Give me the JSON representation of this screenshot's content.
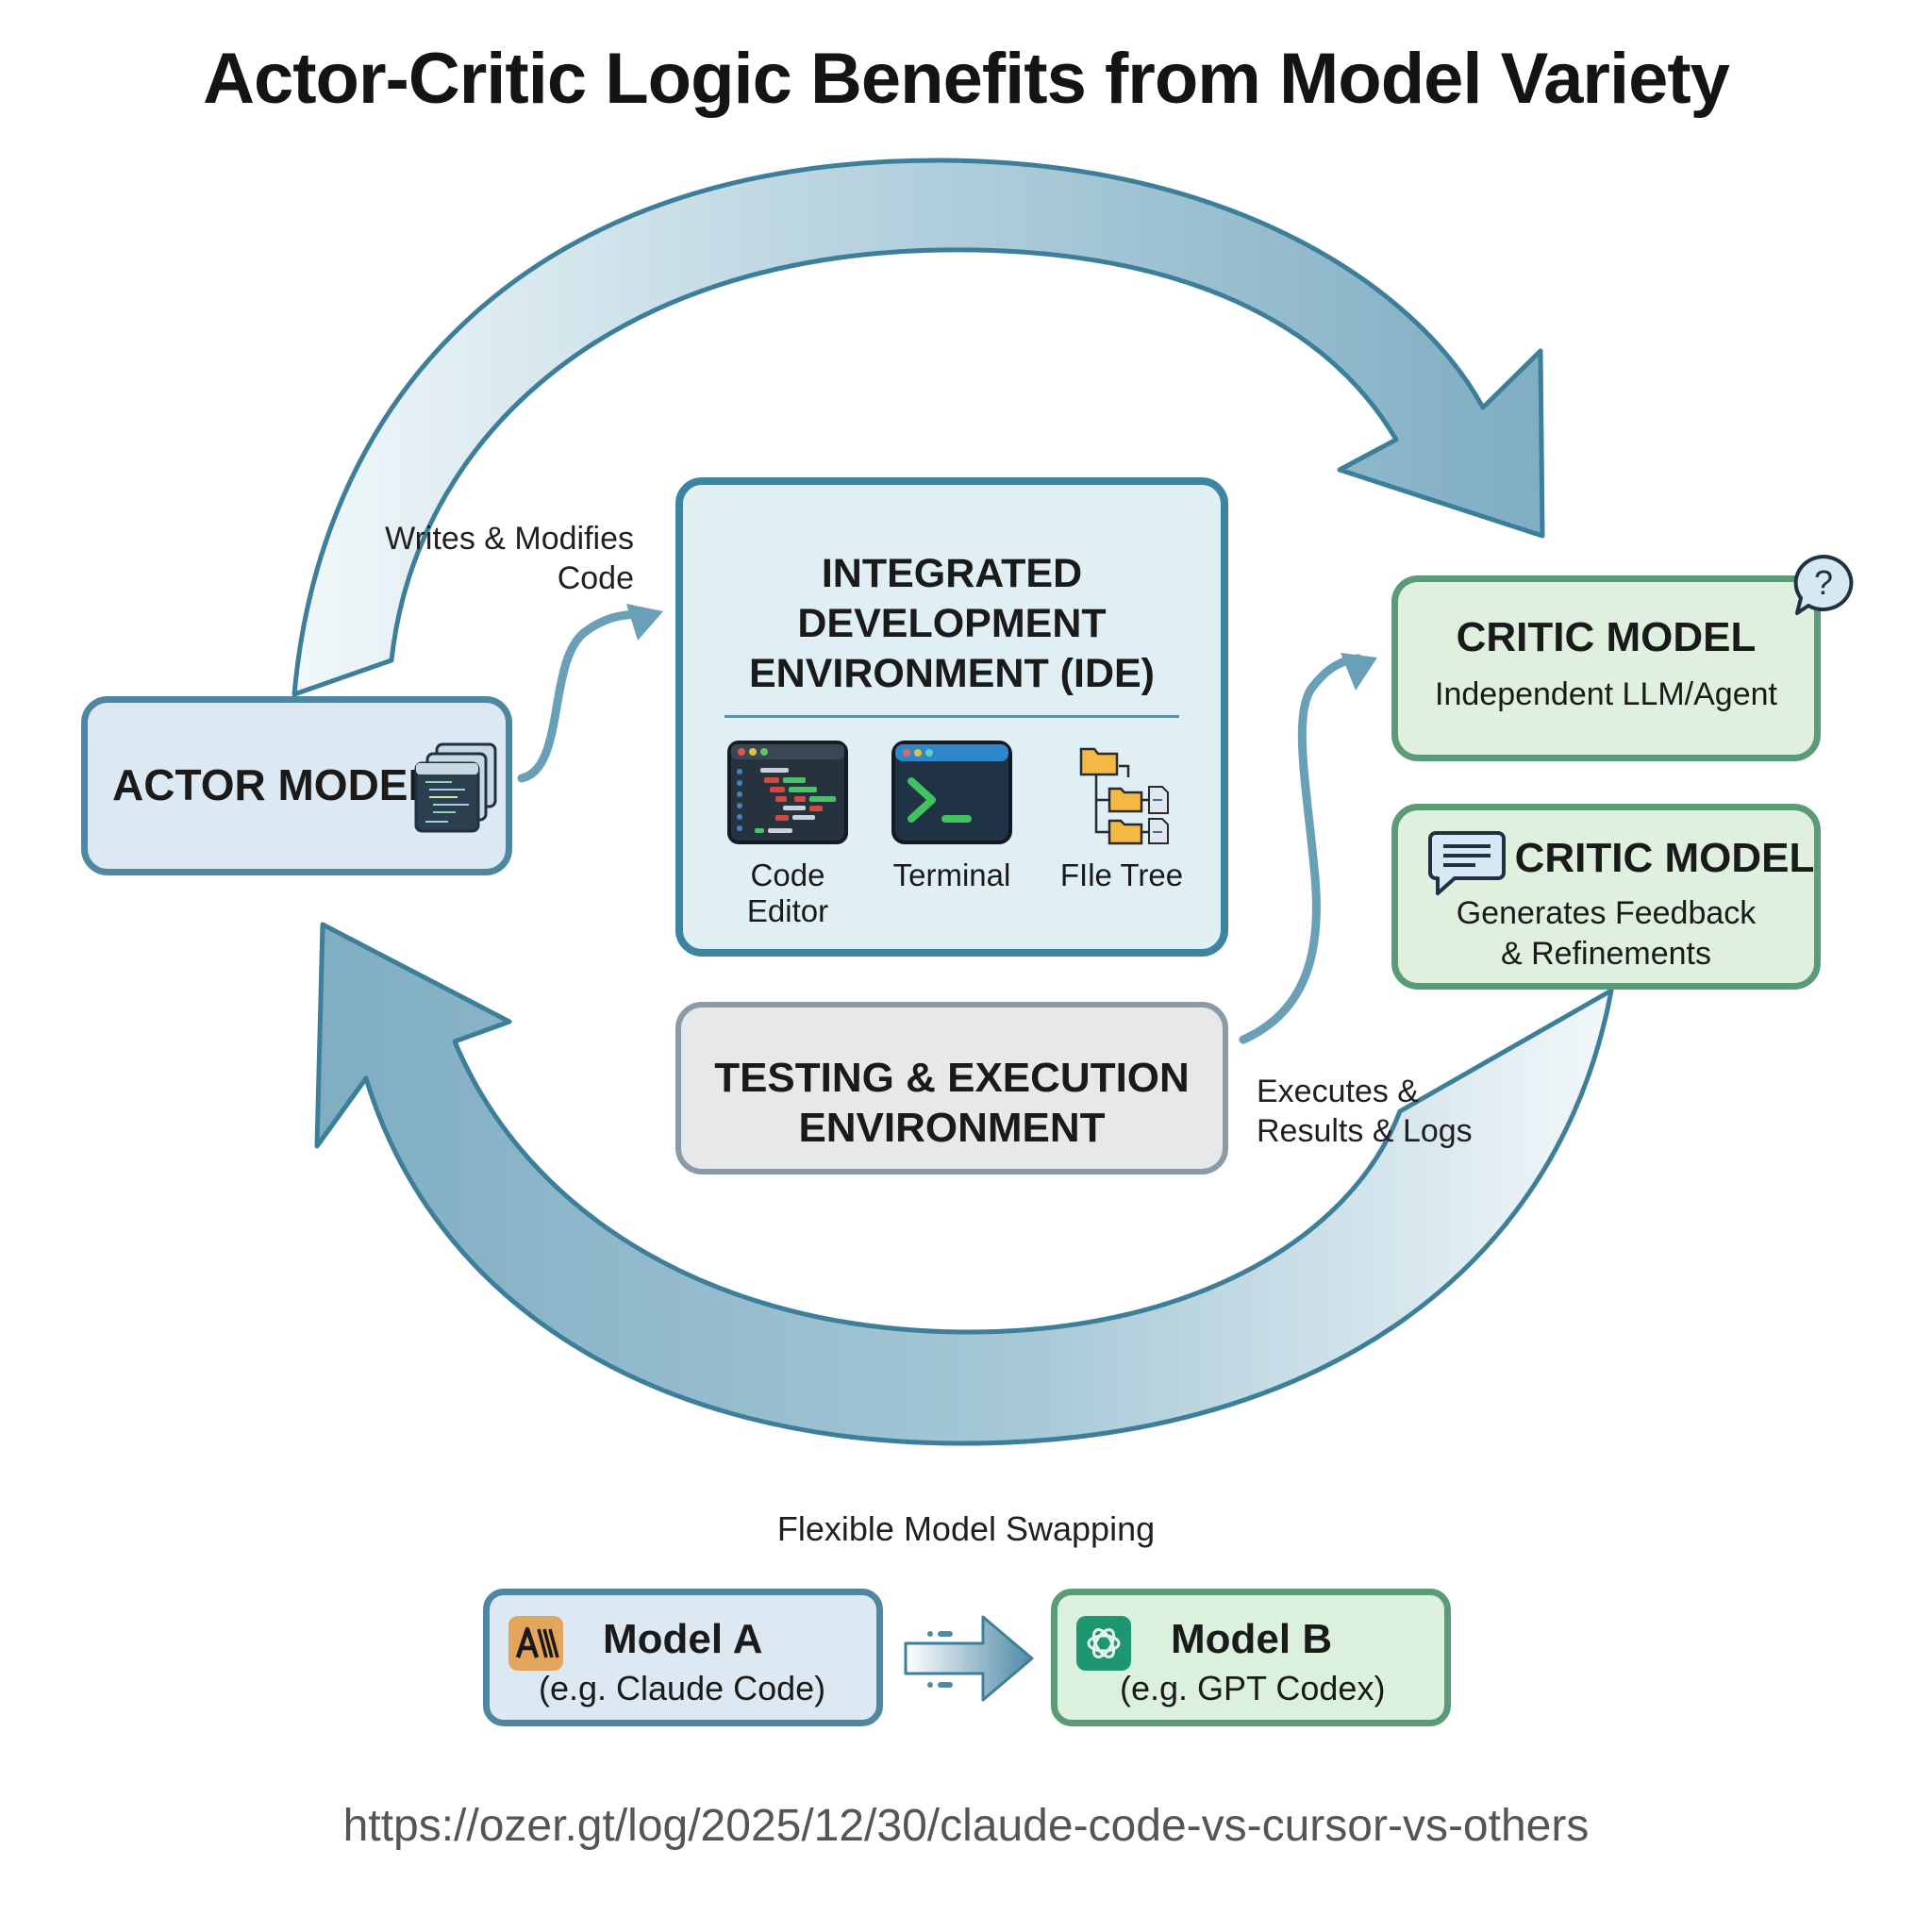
{
  "title": "Actor-Critic Logic Benefits from Model Variety",
  "colors": {
    "loop_arrow_fill": "#88b3c6",
    "loop_arrow_stroke": "#3d7f9a",
    "actor_border": "#4f86a0",
    "ide_border": "#3c84a3",
    "critic_border": "#5c9b78",
    "test_border": "#8a9aa6",
    "connector": "#6a9fb8"
  },
  "actor": {
    "label": "ACTOR MODEL",
    "icon": "stacked-code-windows-icon"
  },
  "ide": {
    "title_lines": [
      "INTEGRATED",
      "DEVELOPMENT",
      "ENVIRONMENT (IDE)"
    ],
    "tools": [
      {
        "label": "Code Editor",
        "icon": "code-editor-icon"
      },
      {
        "label": "Terminal",
        "icon": "terminal-icon"
      },
      {
        "label": "FIle Tree",
        "icon": "file-tree-icon"
      }
    ]
  },
  "critic_top": {
    "title": "CRITIC MODEL",
    "subtitle": "Independent LLM/Agent",
    "icon": "question-bubble-icon"
  },
  "critic_bottom": {
    "title": "CRITIC MODEL",
    "subtitle_lines": [
      "Generates Feedback",
      "& Refinements"
    ],
    "icon": "chat-bubble-icon"
  },
  "testing": {
    "lines": [
      "TESTING & EXECUTION",
      "ENVIRONMENT"
    ]
  },
  "edge_labels": {
    "writes": [
      "Writes & Modifies",
      "Code"
    ],
    "executes": [
      "Executes &",
      "Results & Logs"
    ]
  },
  "swap": {
    "caption": "Flexible Model Swapping",
    "model_a": {
      "name": "Model A",
      "example": "(e.g. Claude Code)",
      "logo": "anthropic-logo-icon",
      "logo_text": "A\\\\"
    },
    "model_b": {
      "name": "Model B",
      "example": "(e.g. GPT Codex)",
      "logo": "openai-logo-icon"
    },
    "arrow": "swap-arrow-icon"
  },
  "url": "https://ozer.gt/log/2025/12/30/claude-code-vs-cursor-vs-others"
}
